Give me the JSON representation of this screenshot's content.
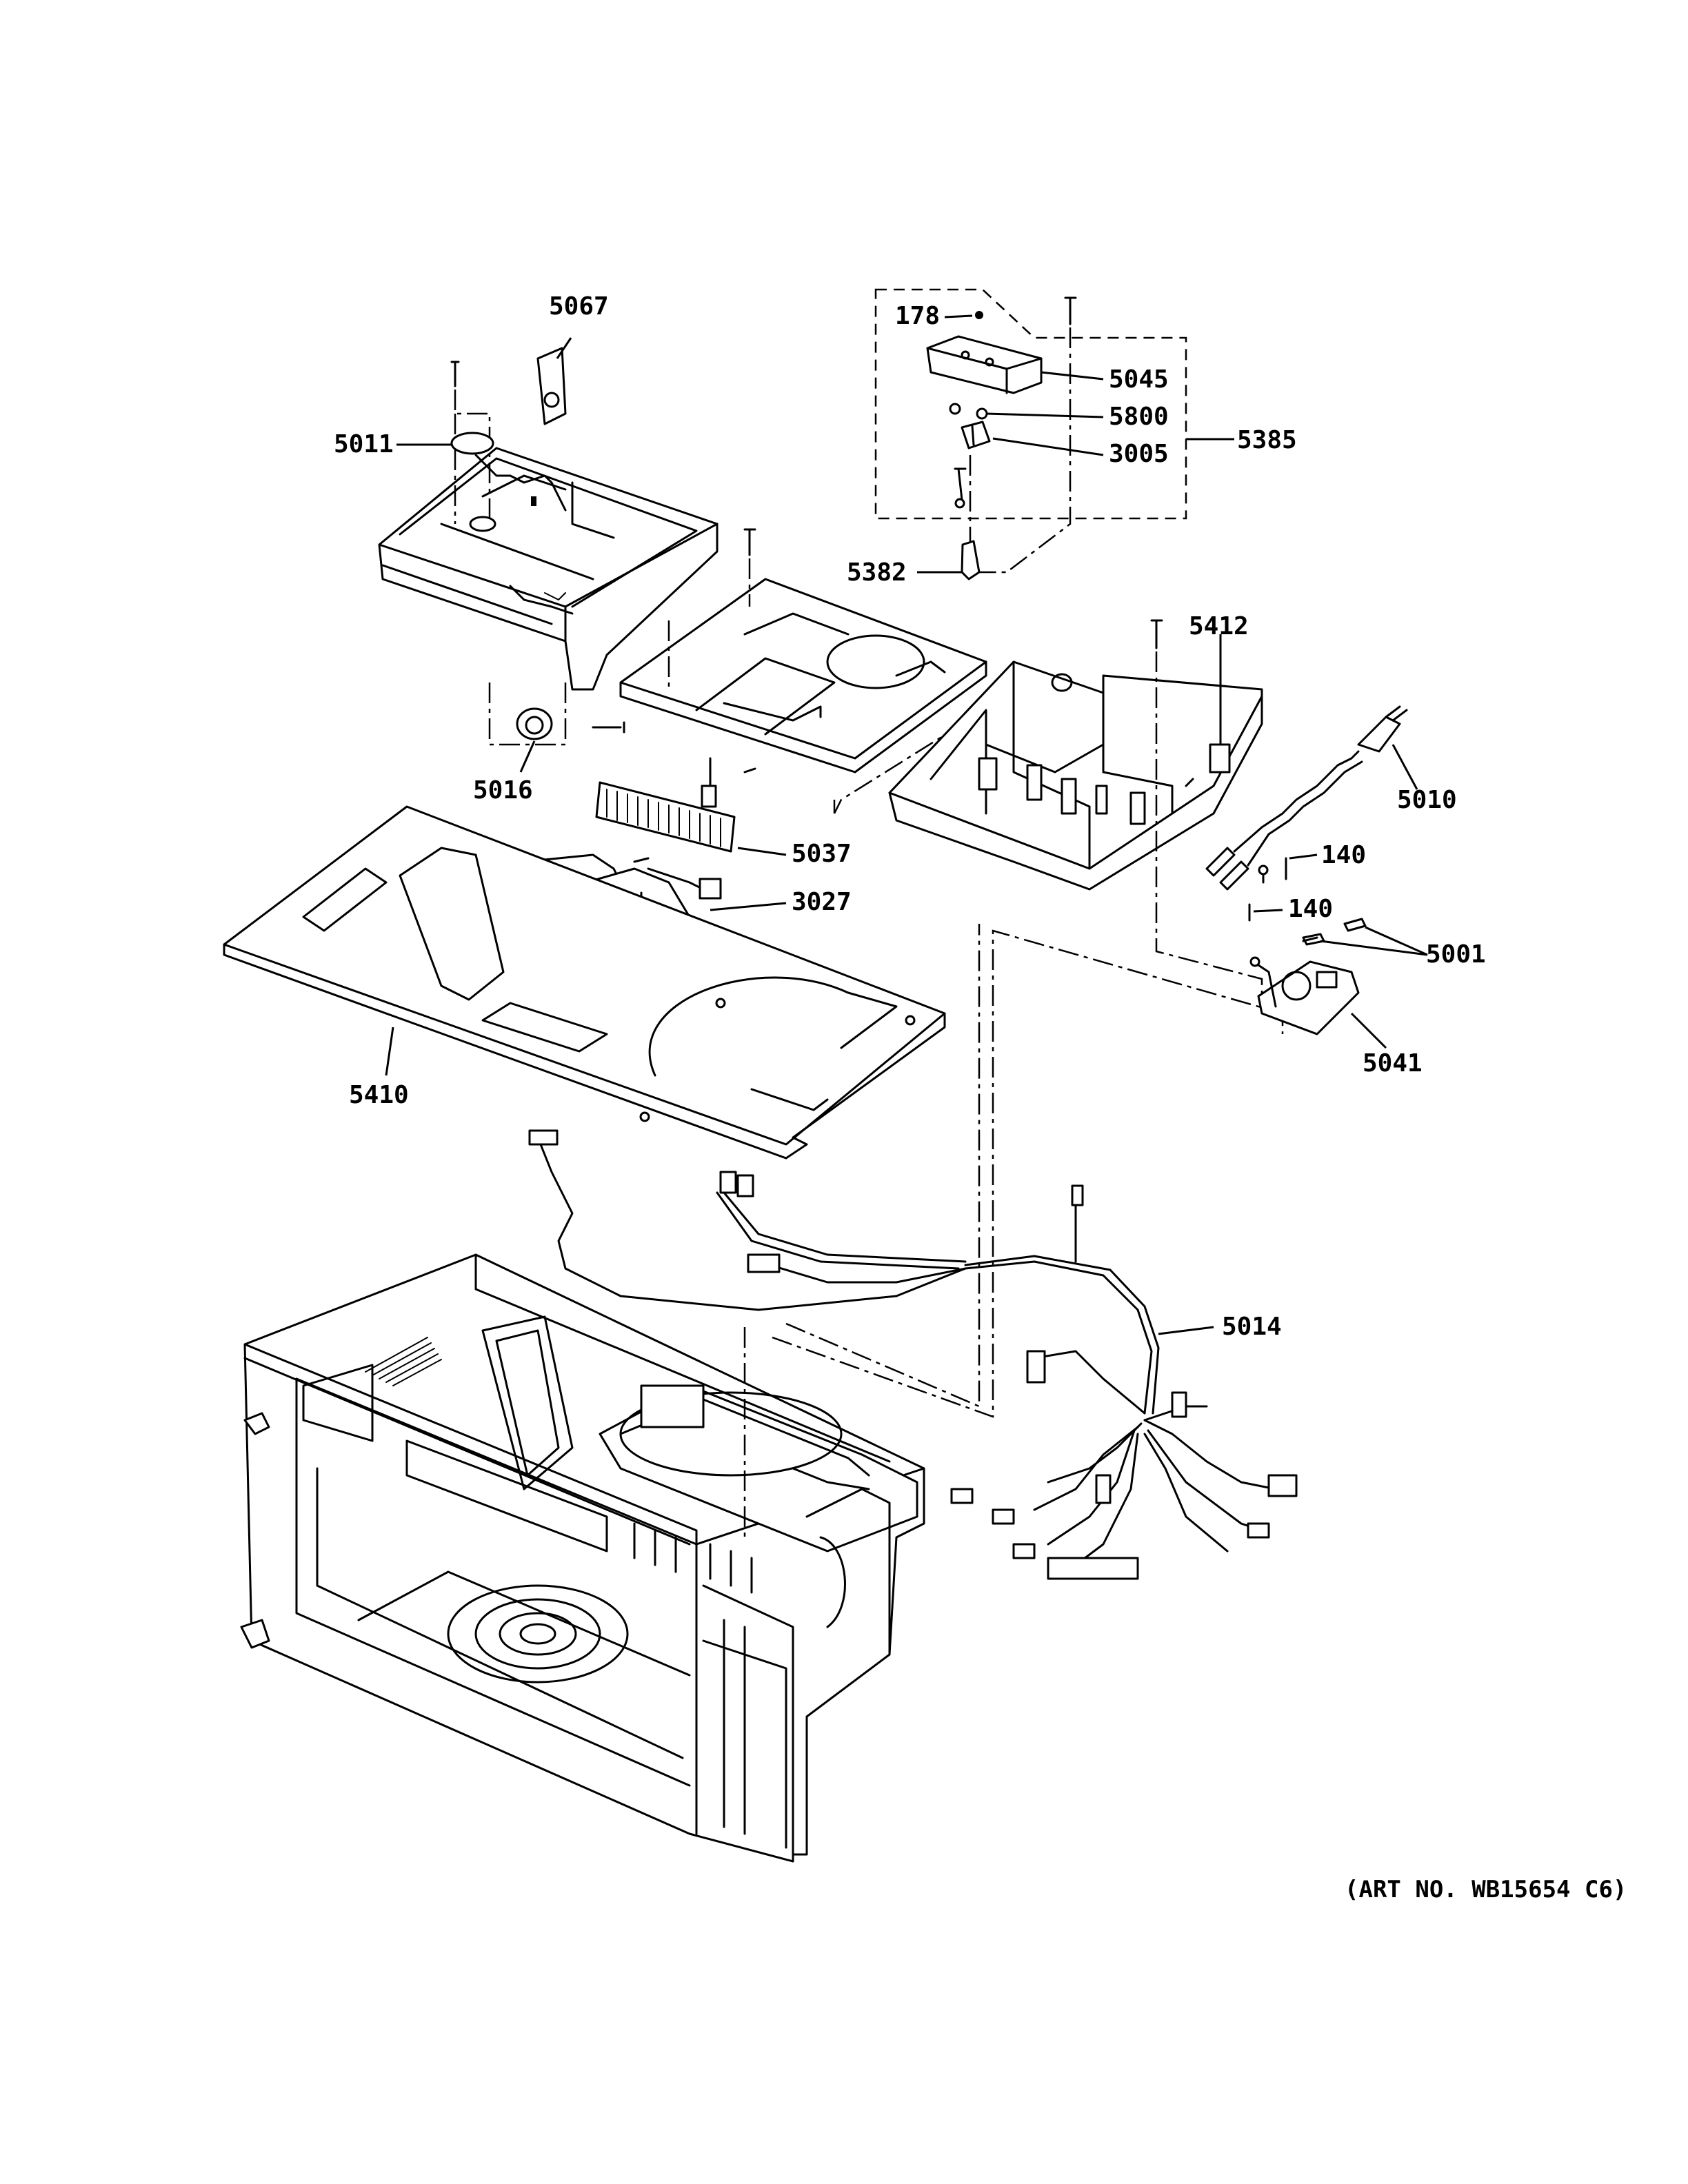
{
  "callouts": [
    {
      "id": "5067",
      "label": "5067"
    },
    {
      "id": "5011",
      "label": "5011"
    },
    {
      "id": "5016",
      "label": "5016"
    },
    {
      "id": "178",
      "label": "178"
    },
    {
      "id": "5045",
      "label": "5045"
    },
    {
      "id": "5800",
      "label": "5800"
    },
    {
      "id": "3005",
      "label": "3005"
    },
    {
      "id": "5385",
      "label": "5385"
    },
    {
      "id": "5382",
      "label": "5382"
    },
    {
      "id": "5412",
      "label": "5412"
    },
    {
      "id": "5010",
      "label": "5010"
    },
    {
      "id": "5037",
      "label": "5037"
    },
    {
      "id": "3027",
      "label": "3027"
    },
    {
      "id": "140a",
      "label": "140"
    },
    {
      "id": "140b",
      "label": "140"
    },
    {
      "id": "5001",
      "label": "5001"
    },
    {
      "id": "5041",
      "label": "5041"
    },
    {
      "id": "5410",
      "label": "5410"
    },
    {
      "id": "5014",
      "label": "5014"
    }
  ],
  "art_number": "(ART NO. WB15654 C6)"
}
